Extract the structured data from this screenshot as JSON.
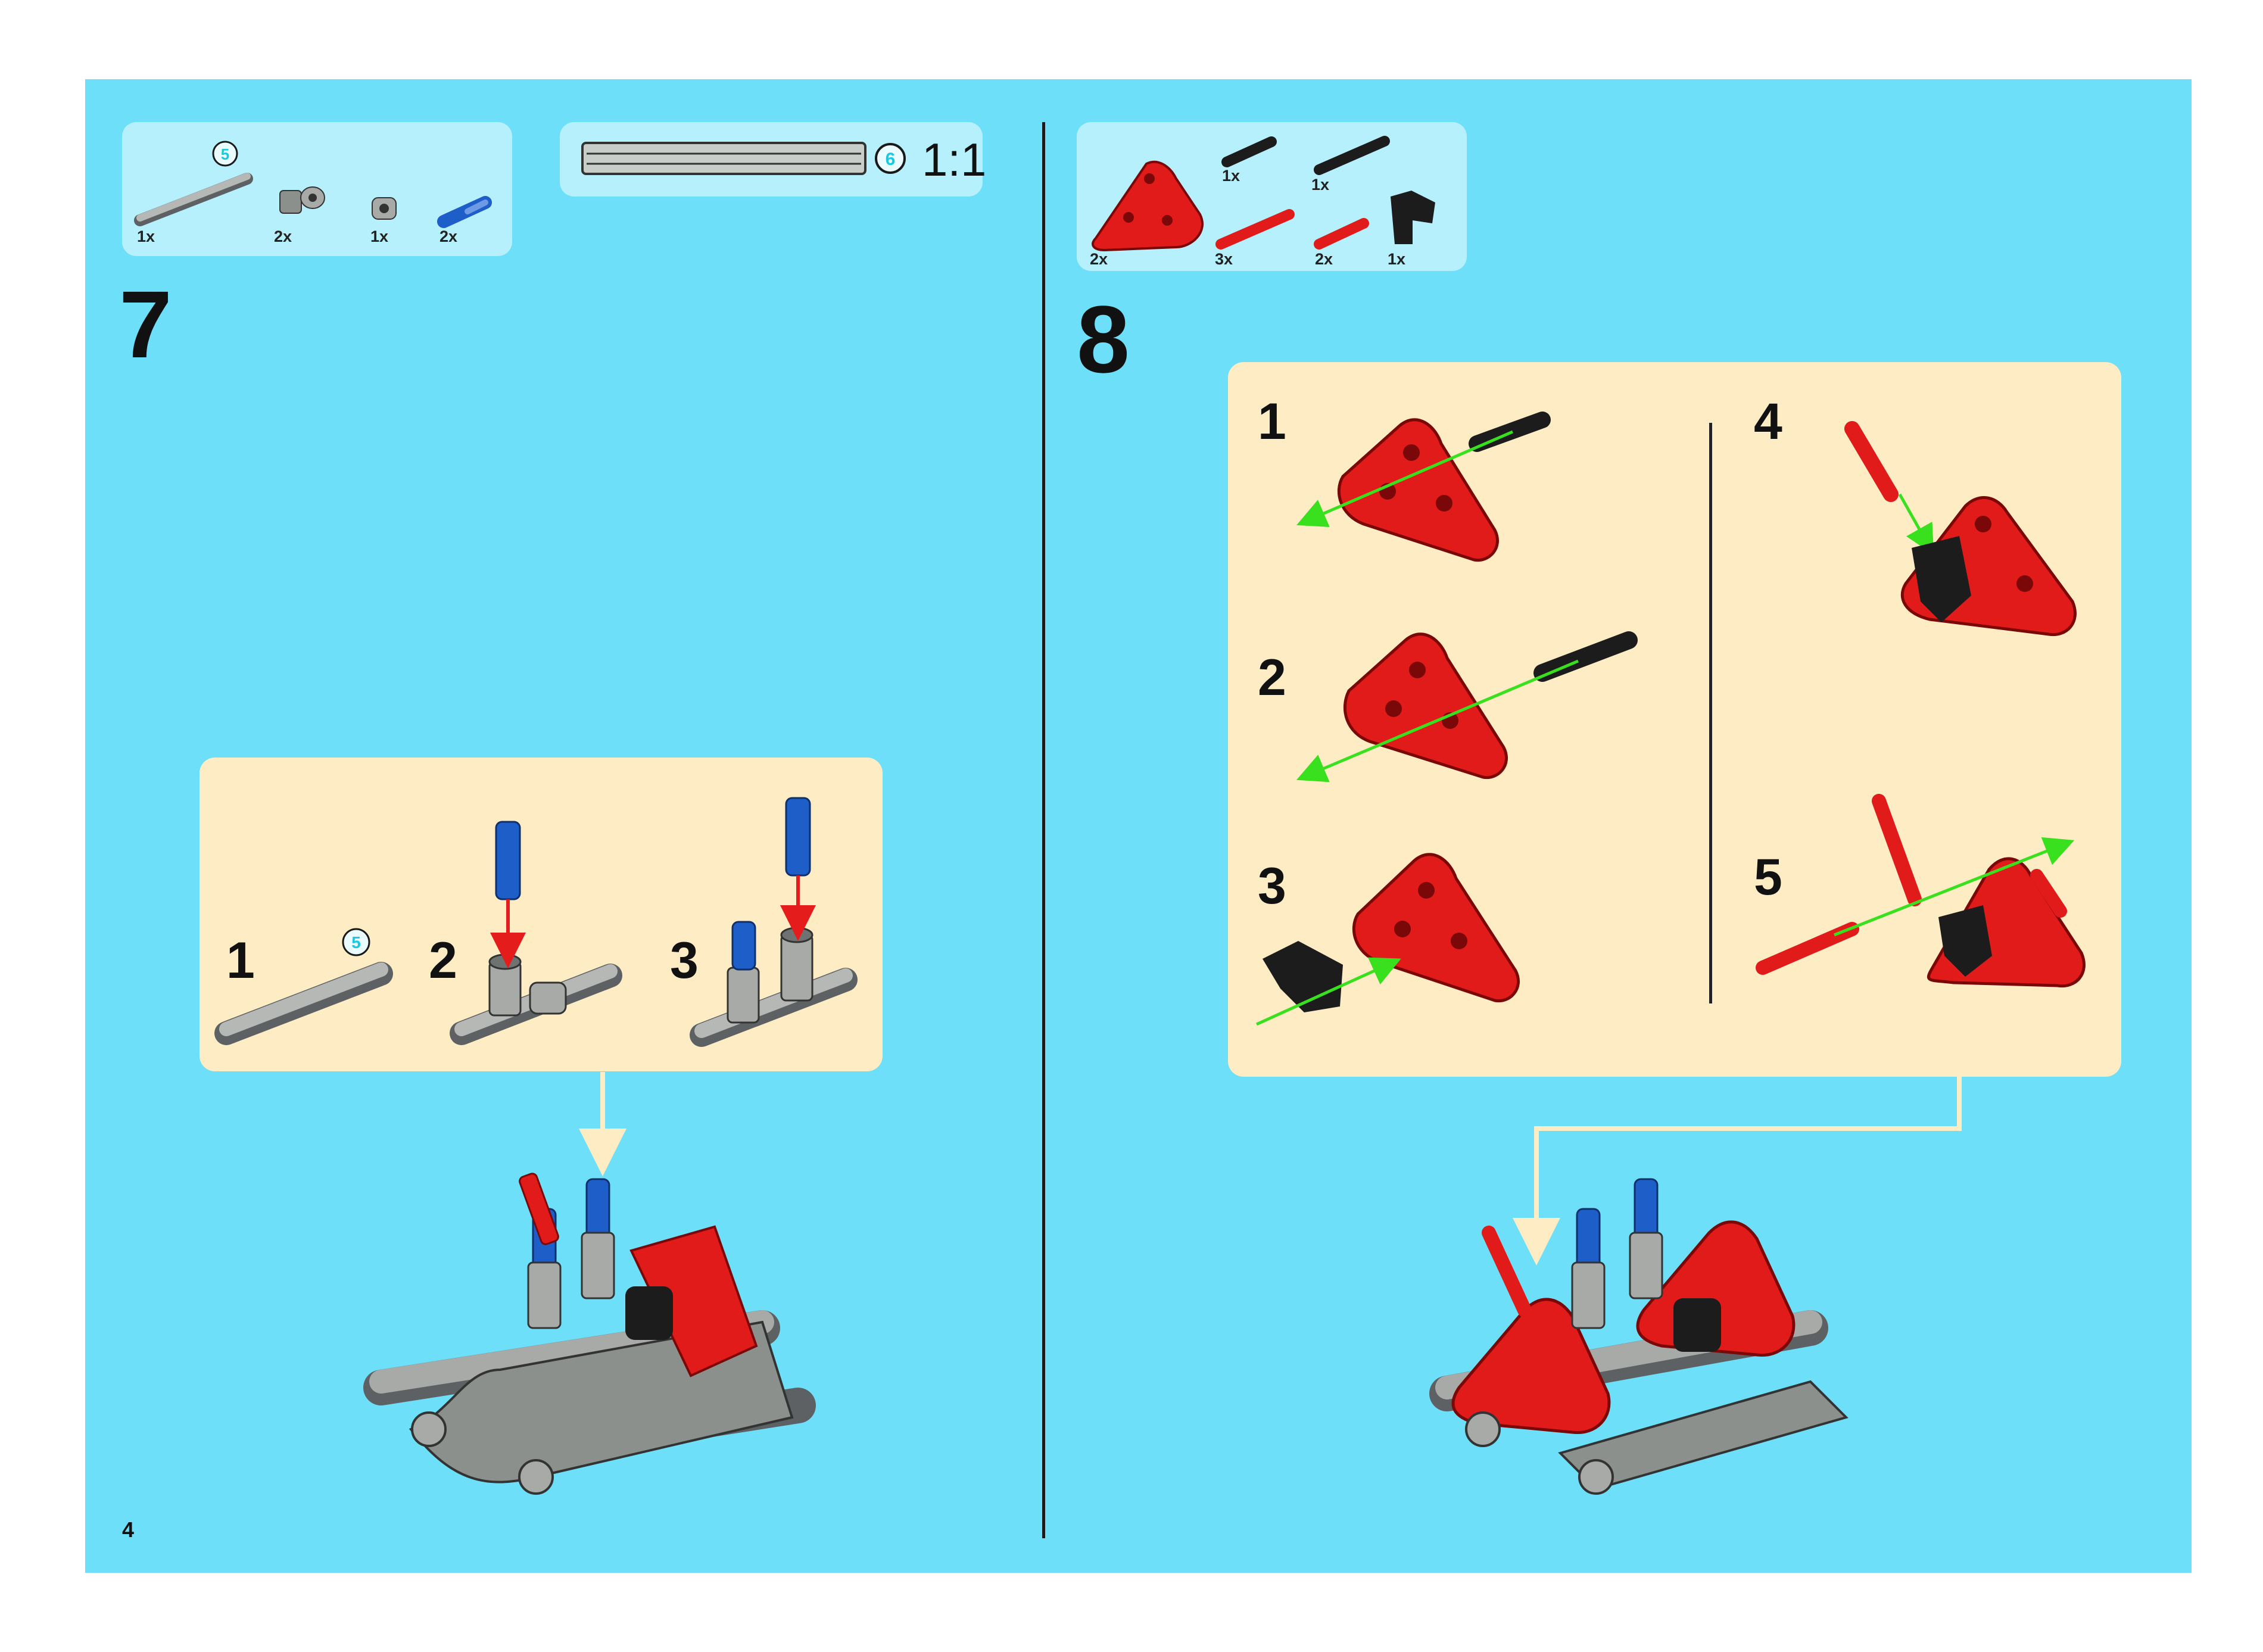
{
  "page_number": "4",
  "colors": {
    "page_bg": "#6edff9",
    "parts_panel": "#b6f0fc",
    "sub_panel": "#fdecc4",
    "brick_red": "#e11a1a",
    "grey": "#a7aaa6",
    "dark_grey": "#5d6163",
    "blue": "#1e5ec8",
    "black": "#1c1c1c",
    "arrow_green": "#39e01d",
    "arrow_red": "#e41c1c"
  },
  "step7": {
    "number": "7",
    "parts": [
      {
        "icon": "axle-5-icon",
        "qty": "1x",
        "length_badge": "5"
      },
      {
        "icon": "axle-connector-icon",
        "qty": "2x"
      },
      {
        "icon": "bush-icon",
        "qty": "1x"
      },
      {
        "icon": "blue-pin-icon",
        "qty": "2x"
      }
    ],
    "scale": {
      "badge": "6",
      "label": "1:1"
    },
    "substeps": [
      {
        "num": "1",
        "length_badge": "5"
      },
      {
        "num": "2"
      },
      {
        "num": "3"
      }
    ]
  },
  "step8": {
    "number": "8",
    "parts": [
      {
        "icon": "red-triangle-beam-icon",
        "qty": "2x"
      },
      {
        "icon": "black-pin-icon",
        "qty": "1x"
      },
      {
        "icon": "black-long-pin-icon",
        "qty": "1x"
      },
      {
        "icon": "red-long-pin-icon",
        "qty": "3x"
      },
      {
        "icon": "red-axle-pin-icon",
        "qty": "2x"
      },
      {
        "icon": "black-angle-connector-icon",
        "qty": "1x"
      }
    ],
    "substeps": [
      {
        "num": "1"
      },
      {
        "num": "2"
      },
      {
        "num": "3"
      },
      {
        "num": "4"
      },
      {
        "num": "5"
      }
    ]
  }
}
